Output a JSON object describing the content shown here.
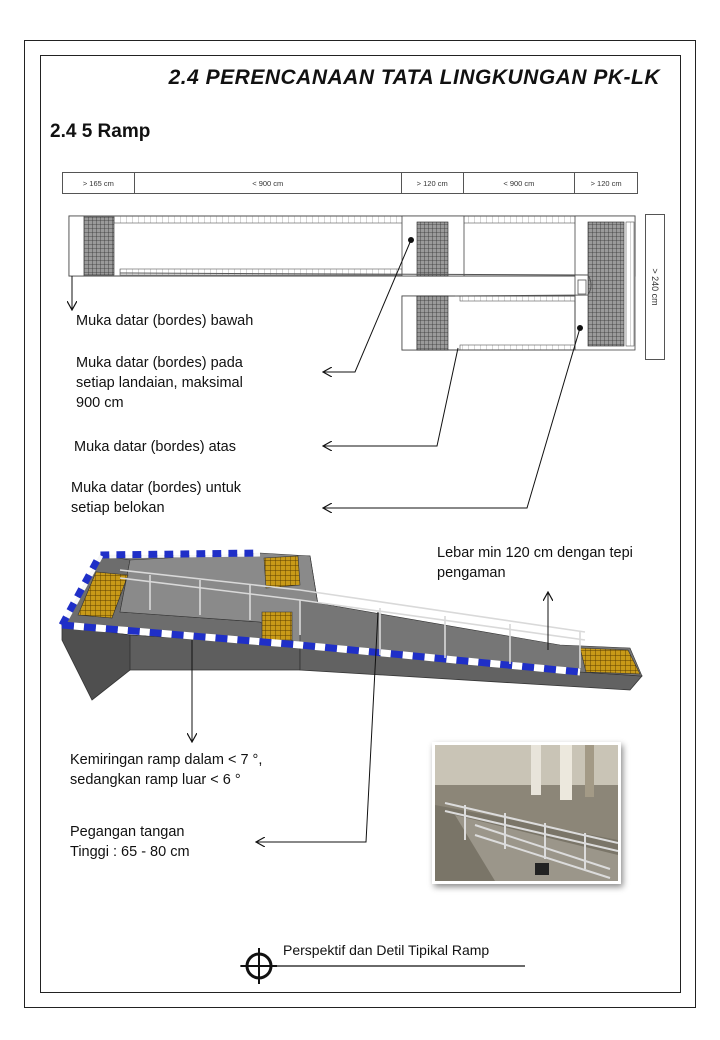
{
  "header": {
    "title": "2.4 PERENCANAAN  TATA LINGKUNGAN PK-LK"
  },
  "section": {
    "title": "2.4 5 Ramp"
  },
  "dimensions": {
    "segments": [
      "> 165 cm",
      "< 900 cm",
      "> 120 cm",
      "< 900 cm",
      "> 120 cm"
    ],
    "width": "> 240 cm"
  },
  "labels": {
    "bordes_bawah": "Muka datar (bordes) bawah",
    "bordes_landaian": "Muka datar (bordes) pada\nsetiap landaian, maksimal\n900 cm",
    "bordes_atas": "Muka datar (bordes) atas",
    "bordes_belokan": "Muka datar (bordes) untuk\nsetiap belokan",
    "lebar": "Lebar min 120 cm dengan tepi\npengaman",
    "kemiringan": "Kemiringan ramp dalam < 7 °,\nsedangkan ramp luar < 6 °",
    "pegangan": "Pegangan tangan\nTinggi : 65 - 80 cm"
  },
  "footer": {
    "caption": "Perspektif dan Detil Tipikal Ramp"
  },
  "colors": {
    "edge_blue": "#1f2fc8",
    "grating_yellow": "#c89a18",
    "ramp_gray": "#6f6f6f"
  }
}
